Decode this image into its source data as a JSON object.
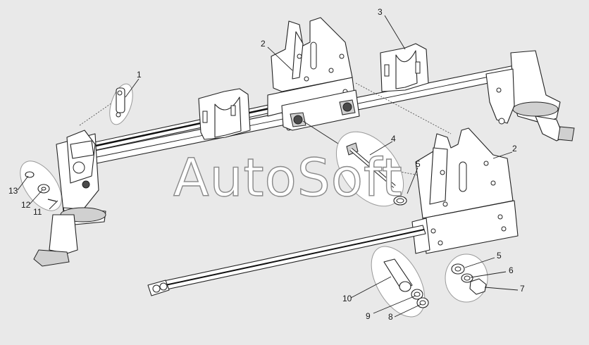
{
  "watermark": "AutoSoft",
  "callouts": [
    "1",
    "2",
    "3",
    "2",
    "4",
    "5",
    "5",
    "6",
    "7",
    "8",
    "9",
    "10",
    "11",
    "12",
    "13"
  ]
}
